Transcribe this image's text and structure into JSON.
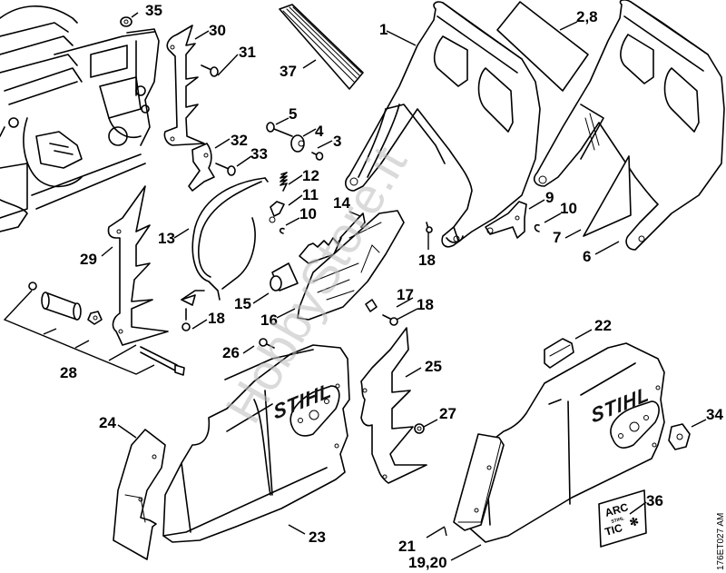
{
  "diagram": {
    "title": "STIHL chain brake and sprocket cover exploded parts diagram",
    "drawing_code": "176ET027 AM",
    "watermark": "HobbyStore.it",
    "brand_logo": "STIHL",
    "arctic_label": {
      "line1": "ARC",
      "line2": "STIHL",
      "line3": "TIC",
      "snowflake": "✻"
    },
    "callouts": [
      {
        "id": "c1",
        "label": "1",
        "part": "hand-guard"
      },
      {
        "id": "c28a",
        "label": "2,8",
        "part": "hand-guard-label"
      },
      {
        "id": "c3",
        "label": "3",
        "part": "screw"
      },
      {
        "id": "c4",
        "label": "4",
        "part": "rubber-buffer"
      },
      {
        "id": "c5",
        "label": "5",
        "part": "screw"
      },
      {
        "id": "c6",
        "label": "6",
        "part": "hand-guard-alt"
      },
      {
        "id": "c7",
        "label": "7",
        "part": "label-plate"
      },
      {
        "id": "c9",
        "label": "9",
        "part": "bell-crank"
      },
      {
        "id": "c10a",
        "label": "10",
        "part": "e-clip"
      },
      {
        "id": "c10b",
        "label": "10",
        "part": "e-clip"
      },
      {
        "id": "c11",
        "label": "11",
        "part": "bell-crank-link"
      },
      {
        "id": "c12",
        "label": "12",
        "part": "spring"
      },
      {
        "id": "c13",
        "label": "13",
        "part": "brake-band"
      },
      {
        "id": "c14",
        "label": "14",
        "part": "wire-spring"
      },
      {
        "id": "c15",
        "label": "15",
        "part": "sleeve"
      },
      {
        "id": "c16",
        "label": "16",
        "part": "brake-housing"
      },
      {
        "id": "c17",
        "label": "17",
        "part": "pin"
      },
      {
        "id": "c18a",
        "label": "18",
        "part": "screw"
      },
      {
        "id": "c18b",
        "label": "18",
        "part": "screw"
      },
      {
        "id": "c18c",
        "label": "18",
        "part": "screw"
      },
      {
        "id": "c1920",
        "label": "19,20",
        "part": "sprocket-cover-alt"
      },
      {
        "id": "c21",
        "label": "21",
        "part": "chain-catcher-plate"
      },
      {
        "id": "c22",
        "label": "22",
        "part": "slide"
      },
      {
        "id": "c23",
        "label": "23",
        "part": "sprocket-cover"
      },
      {
        "id": "c24",
        "label": "24",
        "part": "chain-catcher-plate"
      },
      {
        "id": "c25",
        "label": "25",
        "part": "bumper-spike"
      },
      {
        "id": "c26",
        "label": "26",
        "part": "screw"
      },
      {
        "id": "c27",
        "label": "27",
        "part": "nut"
      },
      {
        "id": "c28",
        "label": "28",
        "part": "mounting-kit"
      },
      {
        "id": "c29",
        "label": "29",
        "part": "bumper-spike"
      },
      {
        "id": "c30",
        "label": "30",
        "part": "bumper-spike"
      },
      {
        "id": "c31",
        "label": "31",
        "part": "screw"
      },
      {
        "id": "c32",
        "label": "32",
        "part": "chain-catcher"
      },
      {
        "id": "c33",
        "label": "33",
        "part": "screw"
      },
      {
        "id": "c34",
        "label": "34",
        "part": "collar-nut"
      },
      {
        "id": "c35",
        "label": "35",
        "part": "nut"
      },
      {
        "id": "c36",
        "label": "36",
        "part": "arctic-label"
      },
      {
        "id": "c37",
        "label": "37",
        "part": "label"
      }
    ]
  }
}
